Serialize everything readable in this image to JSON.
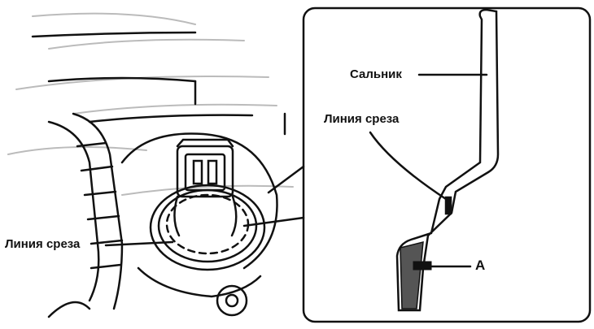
{
  "labels": {
    "seal": "Сальник",
    "cut_line_detail": "Линия среза",
    "cut_line_main": "Линия среза",
    "point_a": "A"
  },
  "colors": {
    "ink": "#111111",
    "background": "#ffffff"
  }
}
